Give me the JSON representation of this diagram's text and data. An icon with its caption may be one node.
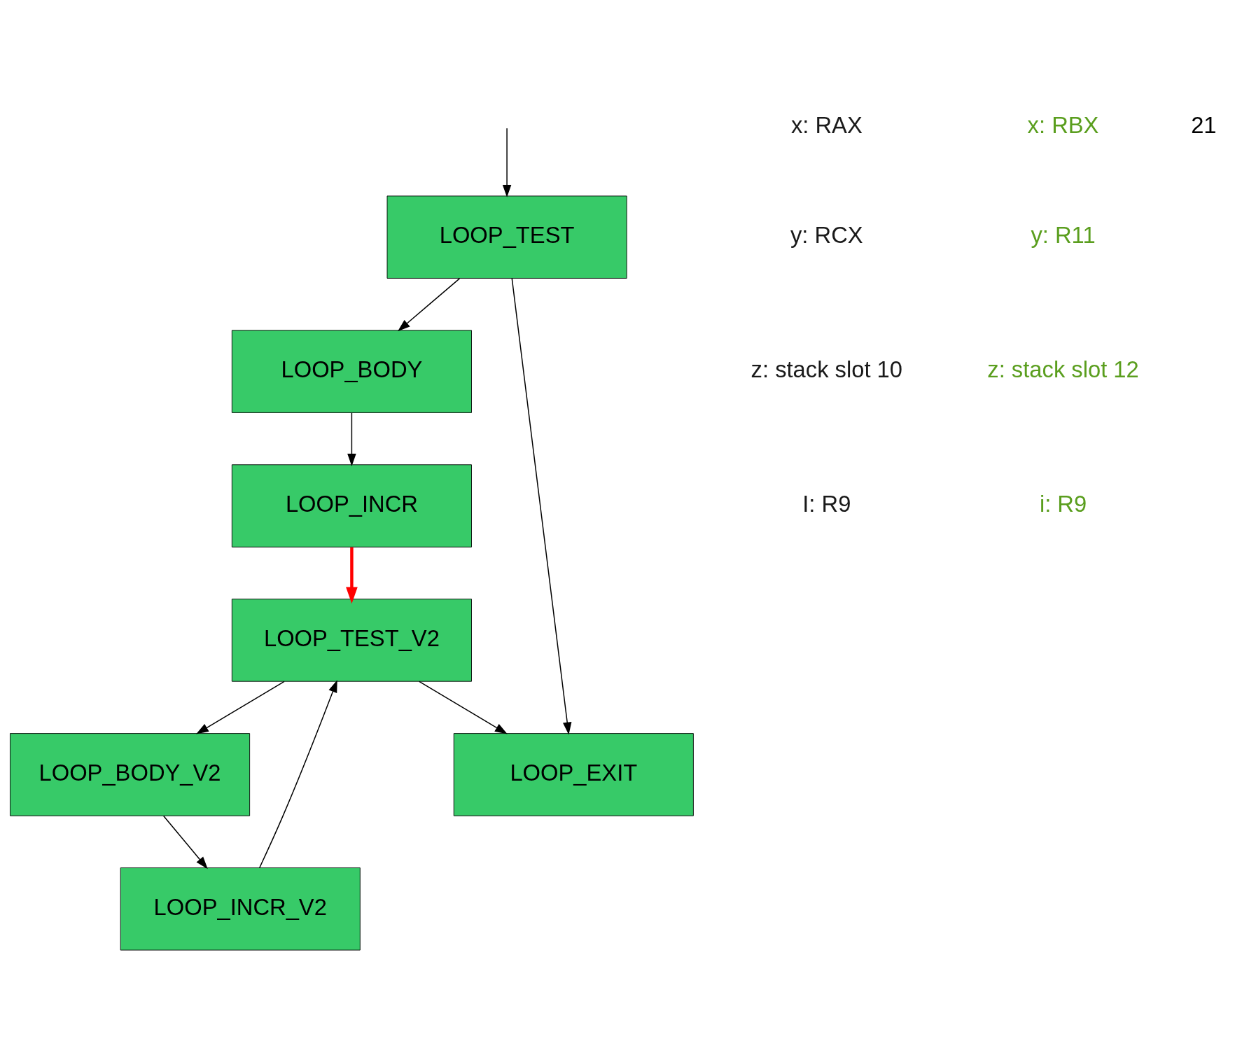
{
  "diagram": {
    "nodes": [
      {
        "text": [
          "LOOP_TEST"
        ]
      },
      {
        "text": [
          "LOOP_BODY"
        ]
      },
      {
        "text": [
          "LOOP_INCR"
        ]
      },
      {
        "text": [
          "LOOP_TEST_V2"
        ]
      },
      {
        "text": [
          "LOOP_BODY_V2"
        ]
      },
      {
        "text": [
          "LOOP_INCR_V2"
        ]
      },
      {
        "text": [
          "LOOP_EXIT"
        ]
      }
    ],
    "edges": [
      {
        "from": null,
        "to": 0,
        "arrow": "to"
      },
      {
        "from": 0,
        "to": 1,
        "arrow": "to"
      },
      {
        "from": 1,
        "to": 2,
        "arrow": "to"
      },
      {
        "from": 0,
        "to": 6,
        "arrow": "to"
      },
      {
        "from": 2,
        "to": 3,
        "arrow": "to",
        "style": "thick",
        "color": "#ff0000"
      },
      {
        "from": 3,
        "to": 6,
        "arrow": "to"
      },
      {
        "from": 3,
        "to": 4,
        "arrow": "to"
      },
      {
        "from": 4,
        "to": 5,
        "arrow": "to"
      },
      {
        "from": 5,
        "to": 3,
        "arrow": "to"
      }
    ],
    "labels": [
      "x: RAX",
      "y: RCX",
      "z: stack slot 10",
      "I: R9",
      "x: RBX",
      "y: R11",
      "z: stack slot 12",
      "i: R9",
      "21"
    ]
  }
}
